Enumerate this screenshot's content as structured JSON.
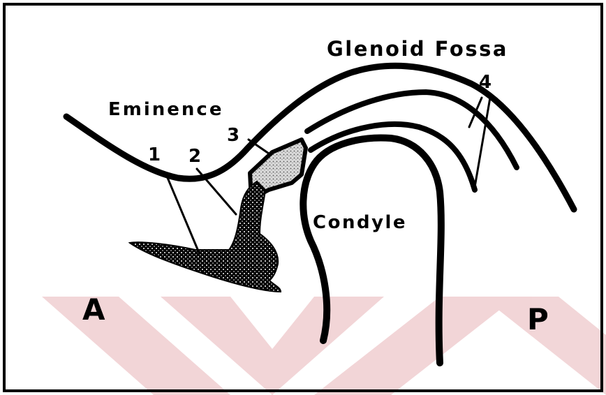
{
  "labels": {
    "glenoid_fossa": "Glenoid Fossa",
    "eminence": "Eminence",
    "condyle": "Condyle",
    "anterior": "A",
    "posterior": "P",
    "marker_1": "1",
    "marker_2": "2",
    "marker_3": "3",
    "marker_4": "4"
  },
  "colors": {
    "ink": "#000000",
    "background": "#ffffff",
    "watermark": "#e8b4b8"
  }
}
